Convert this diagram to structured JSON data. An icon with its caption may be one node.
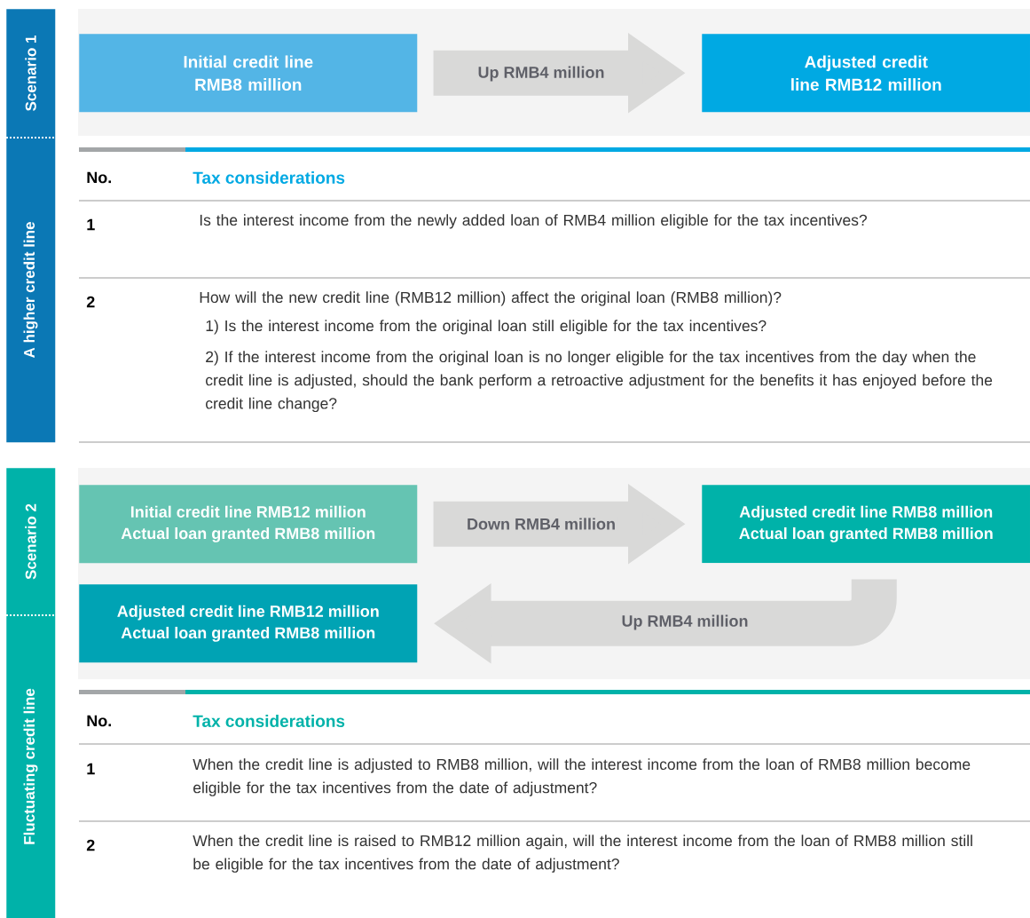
{
  "diagram": {
    "nodes": [
      {
        "text": [
          "Scenario 1",
          "A higher credit line"
        ]
      },
      {
        "text": [
          "Initial credit line RMB8 million"
        ]
      },
      {
        "text": [
          "Adjusted credit line RMB12 million"
        ]
      },
      {
        "text": [
          "Scenario 2",
          "Fluctuating credit line"
        ]
      },
      {
        "text": [
          "Initial credit line RMB12 million",
          "Actual loan granted RMB8 million"
        ]
      },
      {
        "text": [
          "Adjusted credit line RMB8 million",
          "Actual loan granted RMB8 million"
        ]
      },
      {
        "text": [
          "Adjusted credit line RMB12 million",
          "Actual loan granted RMB8 million"
        ]
      }
    ],
    "edges": [
      {
        "from": 1,
        "to": 2,
        "arrow": "to",
        "label": "Up RMB4 million"
      },
      {
        "from": 4,
        "to": 5,
        "arrow": "to",
        "label": "Down RMB4 million"
      },
      {
        "from": 5,
        "to": 6,
        "arrow": "to",
        "label": "Up RMB4 million"
      }
    ],
    "labels": [
      "No.",
      "Tax considerations",
      "1",
      "Is the interest income from the newly added loan of RMB4 million eligible for the tax incentives?",
      "2",
      "How will the new credit line (RMB12 million) affect the original loan (RMB8 million)?",
      "1) Is the interest income from the original loan still eligible for the tax incentives?",
      "2) If the interest income from the original loan is no longer eligible for the tax incentives from the day when the credit line is adjusted, should the bank perform a retroactive adjustment for the benefits it has enjoyed before the credit line change?",
      "No.",
      "Tax considerations",
      "1",
      "When the credit line is adjusted to RMB8 million, will the interest income from the loan of RMB8 million become eligible for the tax incentives from the date of adjustment?",
      "2",
      "When the credit line is raised to RMB12 million again, will the interest income from the loan of RMB8 million still be eligible for the tax incentives from the date of adjustment?"
    ]
  }
}
